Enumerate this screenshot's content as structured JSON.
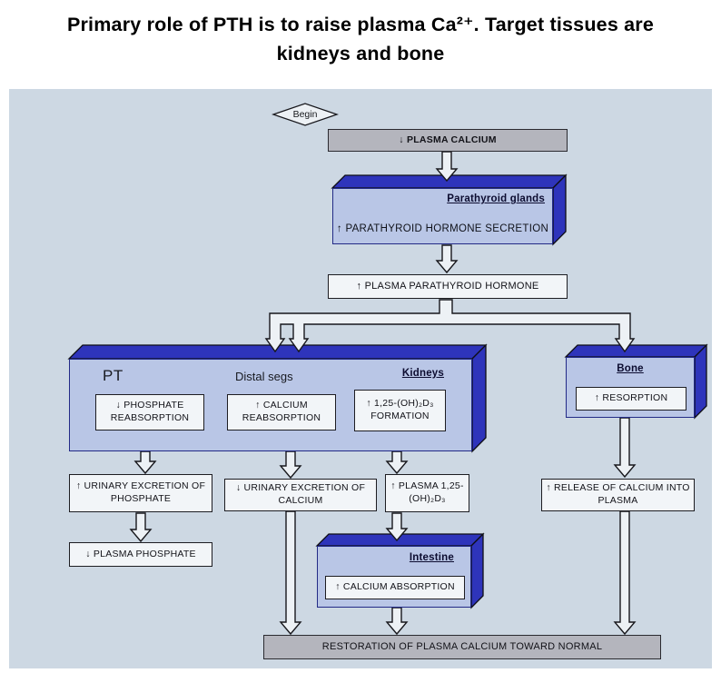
{
  "title": {
    "line1": "Primary role of PTH is to raise plasma Ca²⁺.  Target tissues are",
    "line2": "kidneys and bone"
  },
  "diagram": {
    "begin": "Begin",
    "plasma_calcium": "↓ PLASMA CALCIUM",
    "parathyroid_label": "Parathyroid glands",
    "parathyroid_text": "↑ PARATHYROID HORMONE SECRETION",
    "plasma_pth": "↑ PLASMA PARATHYROID HORMONE",
    "kidneys_label": "Kidneys",
    "pt_label": "PT",
    "distal_label": "Distal segs",
    "phosphate_reabsorption": "↓ PHOSPHATE REABSORPTION",
    "calcium_reabsorption": "↑ CALCIUM REABSORPTION",
    "d3_formation": "↑ 1,25-(OH)₂D₃ FORMATION",
    "bone_label": "Bone",
    "resorption": "↑ RESORPTION",
    "urinary_phosphate": "↑ URINARY EXCRETION OF PHOSPHATE",
    "urinary_calcium": "↓ URINARY EXCRETION OF CALCIUM",
    "plasma_d3": "↑ PLASMA 1,25-(OH)₂D₃",
    "release_calcium": "↑ RELEASE OF CALCIUM INTO PLASMA",
    "plasma_phosphate": "↓ PLASMA PHOSPHATE",
    "intestine_label": "Intestine",
    "calcium_absorption": "↑ CALCIUM  ABSORPTION",
    "restoration": "RESTORATION OF PLASMA CALCIUM TOWARD NORMAL"
  },
  "colors": {
    "background": "#cdd8e3",
    "deep_blue": "#2e34bb",
    "face_blue": "#b9c6e6",
    "gray_box": "#b4b5bd"
  }
}
